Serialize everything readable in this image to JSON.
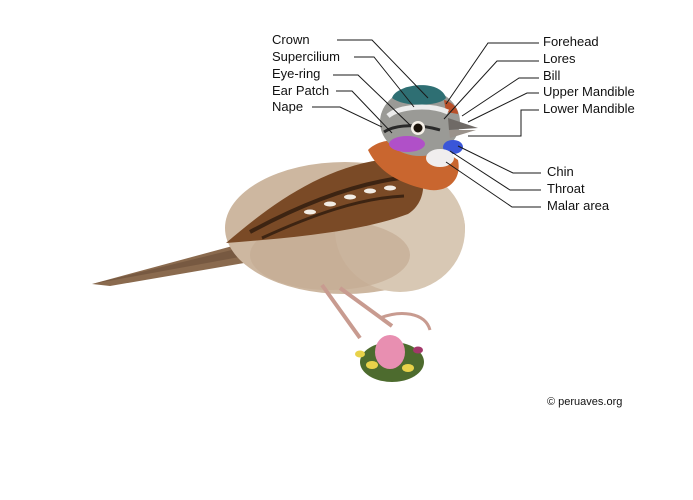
{
  "diagram": {
    "labels_left": [
      "Crown",
      "Supercilium",
      "Eye-ring",
      "Ear Patch",
      "Nape"
    ],
    "labels_right_top": [
      "Forehead",
      "Lores",
      "Bill",
      "Upper Mandible",
      "Lower Mandible"
    ],
    "labels_right_bottom": [
      "Chin",
      "Throat",
      "Malar area"
    ],
    "credit": "© peruaves.org"
  },
  "colors": {
    "crown_patch": "#2e6f73",
    "ear_patch": "#b050c8",
    "chin_patch": "#3a56d8",
    "rufous_collar": "#c9662f",
    "wing_brown": "#7a4a26",
    "breast": "#d8c8b4",
    "leader_line": "#1a1a1a"
  }
}
